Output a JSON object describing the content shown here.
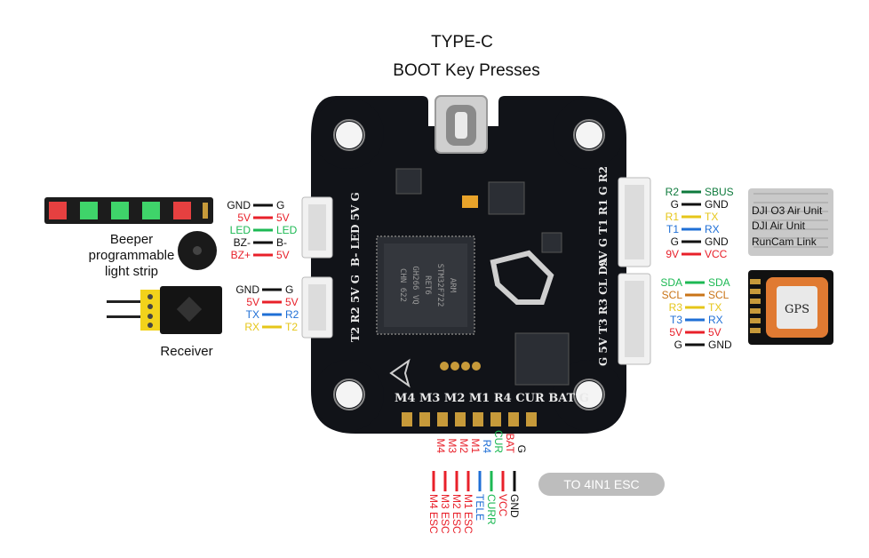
{
  "colors": {
    "black": "#111111",
    "red": "#e8202a",
    "green": "#1db954",
    "blue": "#1f6fd6",
    "yellow": "#e6c619",
    "orange": "#c97418",
    "darkgreen": "#0e7a3c",
    "board": "#111318",
    "pad": "#c79a3a"
  },
  "top": {
    "line1": "TYPE-C",
    "line2": "BOOT Key Presses"
  },
  "left_top": {
    "rows": [
      {
        "l": "GND",
        "r": "G",
        "lc": "black",
        "rc": "black"
      },
      {
        "l": "5V",
        "r": "5V",
        "lc": "red",
        "rc": "red"
      },
      {
        "l": "LED",
        "r": "LED",
        "lc": "green",
        "rc": "green"
      },
      {
        "l": "BZ-",
        "r": "B-",
        "lc": "black",
        "rc": "black"
      },
      {
        "l": "BZ+",
        "r": "5V",
        "lc": "red",
        "rc": "red"
      }
    ],
    "caption": [
      "Beeper",
      "programmable",
      "light strip"
    ]
  },
  "left_bottom": {
    "rows": [
      {
        "l": "GND",
        "r": "G",
        "lc": "black",
        "rc": "black"
      },
      {
        "l": "5V",
        "r": "5V",
        "lc": "red",
        "rc": "red"
      },
      {
        "l": "TX",
        "r": "R2",
        "lc": "blue",
        "rc": "blue"
      },
      {
        "l": "RX",
        "r": "T2",
        "lc": "yellow",
        "rc": "yellow"
      }
    ],
    "caption": "Receiver"
  },
  "right_top": {
    "rows": [
      {
        "l": "R2",
        "r": "SBUS",
        "lc": "darkgreen",
        "rc": "darkgreen"
      },
      {
        "l": "G",
        "r": "GND",
        "lc": "black",
        "rc": "black"
      },
      {
        "l": "R1",
        "r": "TX",
        "lc": "yellow",
        "rc": "yellow"
      },
      {
        "l": "T1",
        "r": "RX",
        "lc": "blue",
        "rc": "blue"
      },
      {
        "l": "G",
        "r": "GND",
        "lc": "black",
        "rc": "black"
      },
      {
        "l": "9V",
        "r": "VCC",
        "lc": "red",
        "rc": "red"
      }
    ],
    "module_lines": [
      "DJI O3 Air Unit",
      "DJI Air Unit",
      "RunCam Link"
    ]
  },
  "right_bottom": {
    "rows": [
      {
        "l": "SDA",
        "r": "SDA",
        "lc": "green",
        "rc": "green"
      },
      {
        "l": "SCL",
        "r": "SCL",
        "lc": "orange",
        "rc": "orange"
      },
      {
        "l": "R3",
        "r": "TX",
        "lc": "yellow",
        "rc": "yellow"
      },
      {
        "l": "T3",
        "r": "RX",
        "lc": "blue",
        "rc": "blue"
      },
      {
        "l": "5V",
        "r": "5V",
        "lc": "red",
        "rc": "red"
      },
      {
        "l": "G",
        "r": "GND",
        "lc": "black",
        "rc": "black"
      }
    ],
    "module_label": "GPS"
  },
  "bottom": {
    "cols": [
      {
        "t": "M4",
        "b": "M4 ESC",
        "tc": "red",
        "bc": "red"
      },
      {
        "t": "M3",
        "b": "M3 ESC",
        "tc": "red",
        "bc": "red"
      },
      {
        "t": "M2",
        "b": "M2 ESC",
        "tc": "red",
        "bc": "red"
      },
      {
        "t": "M1",
        "b": "M1 ESC",
        "tc": "red",
        "bc": "red"
      },
      {
        "t": "R4",
        "b": "TELE",
        "tc": "blue",
        "bc": "blue"
      },
      {
        "t": "CUR",
        "b": "CURR",
        "tc": "green",
        "bc": "green"
      },
      {
        "t": "BAT",
        "b": "VCC",
        "tc": "red",
        "bc": "red"
      },
      {
        "t": "G",
        "b": "GND",
        "tc": "black",
        "bc": "black"
      }
    ],
    "badge": "TO 4IN1 ESC"
  },
  "board": {
    "left_connector1": "B- LED 5V G",
    "left_connector2": "T2 R2 5V G",
    "right_connector1": "9V G T1 R1 G R2",
    "right_connector2": "G 5V T3 R3 CL DA",
    "bottom_row": "M4 M3 M2 M1 R4 CUR BAT G",
    "chip_lines": [
      "ARM",
      "STM32F722",
      "RET6",
      "GH266 VQ",
      "CHN 622"
    ]
  }
}
